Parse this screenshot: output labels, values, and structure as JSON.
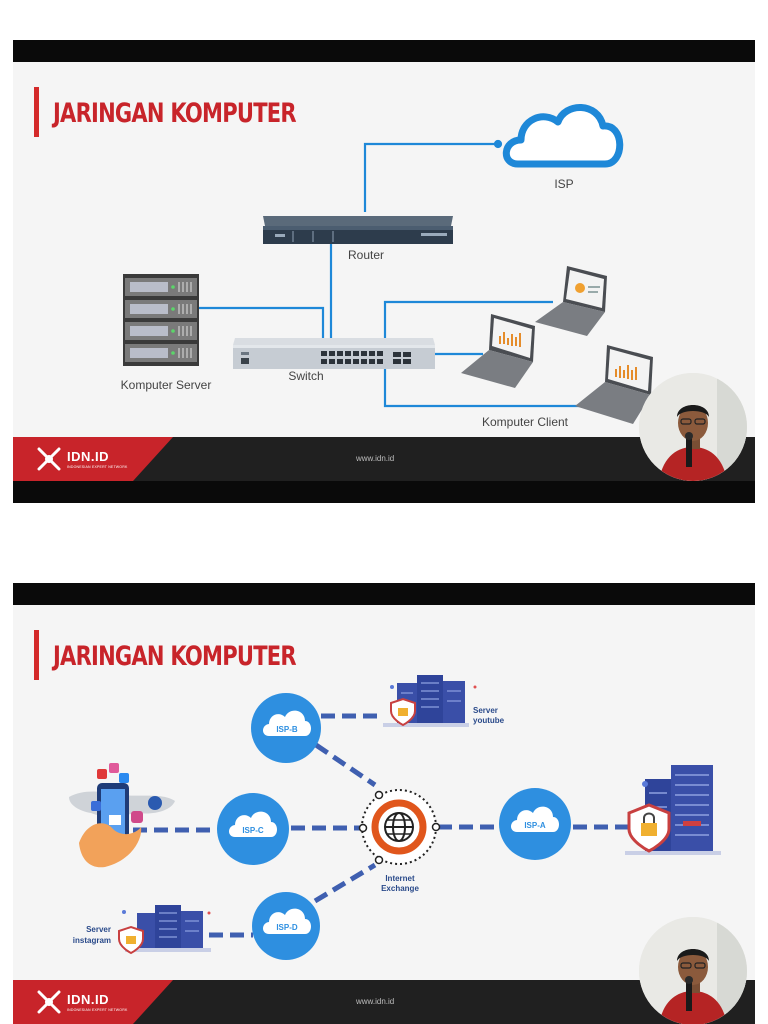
{
  "slides": [
    {
      "title": "JARINGAN KOMPUTER",
      "nodes": {
        "isp": "ISP",
        "router": "Router",
        "switch": "Switch",
        "server": "Komputer Server",
        "client": "Komputer Client"
      },
      "footer": {
        "logo": "IDN.ID",
        "logo_sub": "INDONESIAN EXPERT NETWORK",
        "url": "www.idn.id"
      }
    },
    {
      "title": "JARINGAN KOMPUTER",
      "nodes": {
        "isp_a": "ISP-A",
        "isp_b": "ISP-B",
        "isp_c": "ISP-C",
        "isp_d": "ISP-D",
        "ix_line1": "Internet",
        "ix_line2": "Exchange",
        "yt_line1": "Server",
        "yt_line2": "youtube",
        "ig_line1": "Server",
        "ig_line2": "instagram"
      },
      "footer": {
        "logo": "IDN.ID",
        "logo_sub": "INDONESIAN EXPERT NETWORK",
        "url": "www.idn.id"
      }
    }
  ],
  "colors": {
    "accent_red": "#c8242a",
    "link_blue": "#1e88d8",
    "cloud_blue": "#2e8fe0",
    "dash_blue": "#3f5fb0",
    "server_navy": "#3a4fa8"
  },
  "icons": [
    "cloud-icon",
    "router-icon",
    "switch-icon",
    "server-rack-icon",
    "laptop-icon",
    "globe-icon",
    "shield-lock-icon",
    "smartphone-icon",
    "idn-logo-icon"
  ]
}
